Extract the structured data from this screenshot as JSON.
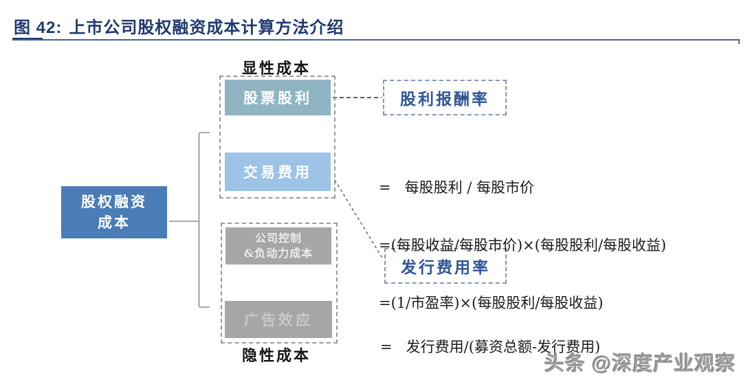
{
  "figure": {
    "label": "图 42:",
    "title": "上市公司股权融资成本计算方法介绍"
  },
  "diagram": {
    "root_box": {
      "line1": "股权融资",
      "line2": "成本",
      "color": "#4a7cb5"
    },
    "explicit_group": {
      "label": "显性成本",
      "items": [
        {
          "label": "股票股利",
          "color": "#8fb4c2"
        },
        {
          "label": "交易费用",
          "color": "#9dc3e6"
        }
      ]
    },
    "implicit_group": {
      "label": "隐性成本",
      "items": [
        {
          "line1": "公司控制",
          "line2": "&负动力成本",
          "color": "#a6a6a6"
        },
        {
          "label": "广告效应",
          "color": "#a6a6a6"
        }
      ]
    },
    "rate_boxes": [
      {
        "label": "股利报酬率",
        "color": "#2e5596"
      },
      {
        "label": "发行费用率",
        "color": "#2e5596"
      }
    ],
    "formulas": {
      "dividend_yield": [
        "=   每股股利 / 每股市价",
        "=(每股收益/每股市价)×(每股股利/每股收益)",
        "=(1/市盈率)×(每股股利/每股收益)"
      ],
      "issuance_fee": [
        "=   发行费用/(募资总额-发行费用)"
      ]
    },
    "colors": {
      "title_navy": "#1e3a6e",
      "rule_blue": "#44628f",
      "bracket_gray": "#8f8f8f"
    }
  },
  "watermark": "头条 @深度产业观察"
}
